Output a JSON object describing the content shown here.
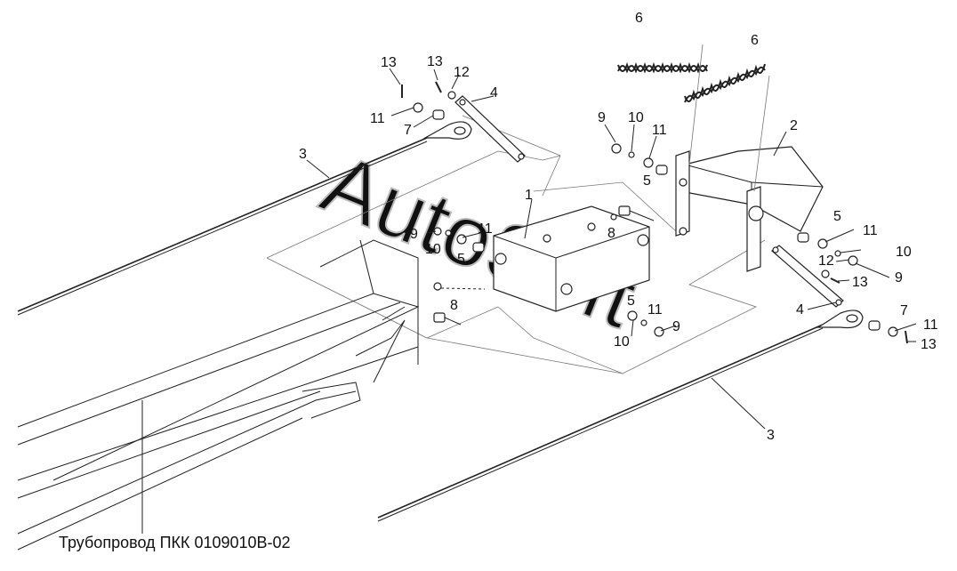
{
  "watermark": "AutoSoft",
  "caption": "Трубопровод ПКК 0109010В-02",
  "callouts": {
    "c1": "1",
    "c2": "2",
    "c3a": "3",
    "c3b": "3",
    "c4a": "4",
    "c4b": "4",
    "c5a": "5",
    "c5b": "5",
    "c5c": "5",
    "c5d": "5",
    "c6a": "6",
    "c6b": "6",
    "c7a": "7",
    "c7b": "7",
    "c8a": "8",
    "c8b": "8",
    "c9a": "9",
    "c9b": "9",
    "c9c": "9",
    "c9d": "9",
    "c10a": "10",
    "c10b": "10",
    "c10c": "10",
    "c10d": "10",
    "c11a": "11",
    "c11b": "11",
    "c11c": "11",
    "c11d": "11",
    "c11e": "11",
    "c11f": "11",
    "c12a": "12",
    "c12b": "12",
    "c13a": "13",
    "c13b": "13",
    "c13c": "13",
    "c13d": "13"
  }
}
